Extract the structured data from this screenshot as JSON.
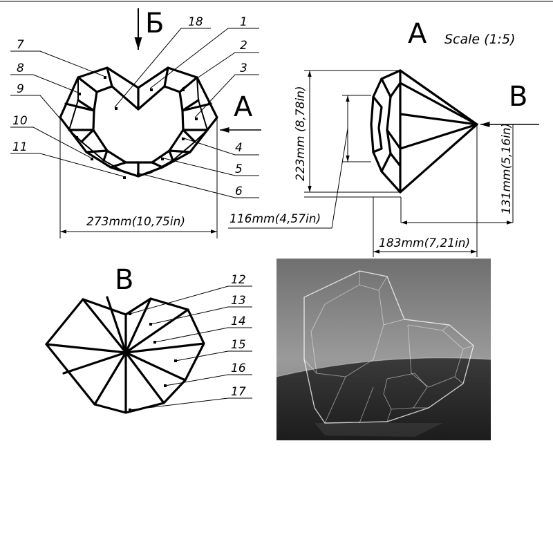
{
  "view_labels": {
    "top_arrow": "Б",
    "side_arrow": "A",
    "side_view": "A",
    "right_arrow": "B",
    "bottom_view": "B"
  },
  "scale_text": "Scale (1:5)",
  "callouts": {
    "n1": "1",
    "n2": "2",
    "n3": "3",
    "n4": "4",
    "n5": "5",
    "n6": "6",
    "n7": "7",
    "n8": "8",
    "n9": "9",
    "n10": "10",
    "n11": "11",
    "n12": "12",
    "n13": "13",
    "n14": "14",
    "n15": "15",
    "n16": "16",
    "n17": "17",
    "n18": "18"
  },
  "dimensions": {
    "width": "273mm(10,75in)",
    "height": "223mm (8,78in)",
    "inner_height": "116mm(4,57in)",
    "depth": "183mm(7,21in)",
    "tip_height": "131mm(5,16in)"
  },
  "colors": {
    "line": "#000000",
    "render_background": "#8a8a8a"
  }
}
